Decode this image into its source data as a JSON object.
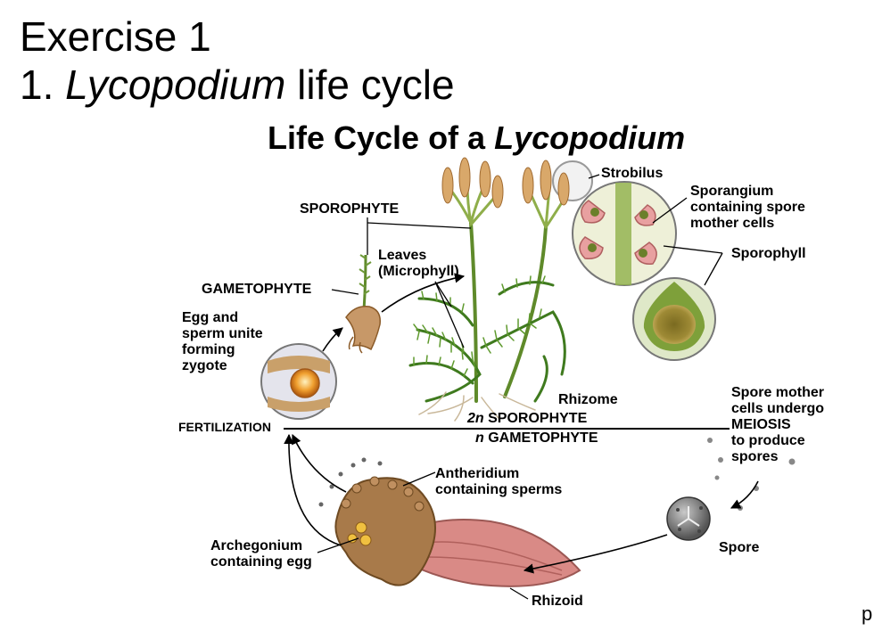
{
  "slide": {
    "line1": "Exercise 1",
    "line2_prefix": "1. ",
    "line2_italic": "Lycopodium",
    "line2_suffix": " life cycle",
    "corner_char": "p"
  },
  "diagram": {
    "title_prefix": "Life Cycle of a ",
    "title_italic": "Lycopodium",
    "labels": {
      "strobilus": "Strobilus",
      "sporangium_1": "Sporangium",
      "sporangium_2": "containing spore",
      "sporangium_3": "mother cells",
      "sporophyll": "Sporophyll",
      "sporophyte": "SPOROPHYTE",
      "leaves_1": "Leaves",
      "leaves_2": "(Microphyll)",
      "gametophyte": "GAMETOPHYTE",
      "egg_1": "Egg and",
      "egg_2": "sperm unite",
      "egg_3": "forming",
      "egg_4": "zygote",
      "rhizome": "Rhizome",
      "twon_italic": "2n",
      "twon_rest": " SPOROPHYTE",
      "n_italic": "n",
      "n_rest": " GAMETOPHYTE",
      "fertilization": "FERTILIZATION",
      "meiosis_1": "Spore mother",
      "meiosis_2": "cells undergo",
      "meiosis_3": "MEIOSIS",
      "meiosis_4": "to produce",
      "meiosis_5": "spores",
      "antheridium_1": "Antheridium",
      "antheridium_2": "containing sperms",
      "archegonium_1": "Archegonium",
      "archegonium_2": "containing egg",
      "spore": "Spore",
      "rhizoid": "Rhizoid"
    },
    "colors": {
      "stem_green": "#5f8a2a",
      "leaf_green": "#3f7a1e",
      "cone_tan": "#d9a86a",
      "gametophyte_brown": "#a0703a",
      "pink_rhizoid": "#d98a86",
      "spore_gray": "#6b6b6b",
      "zygote_orange": "#e6962a"
    }
  }
}
